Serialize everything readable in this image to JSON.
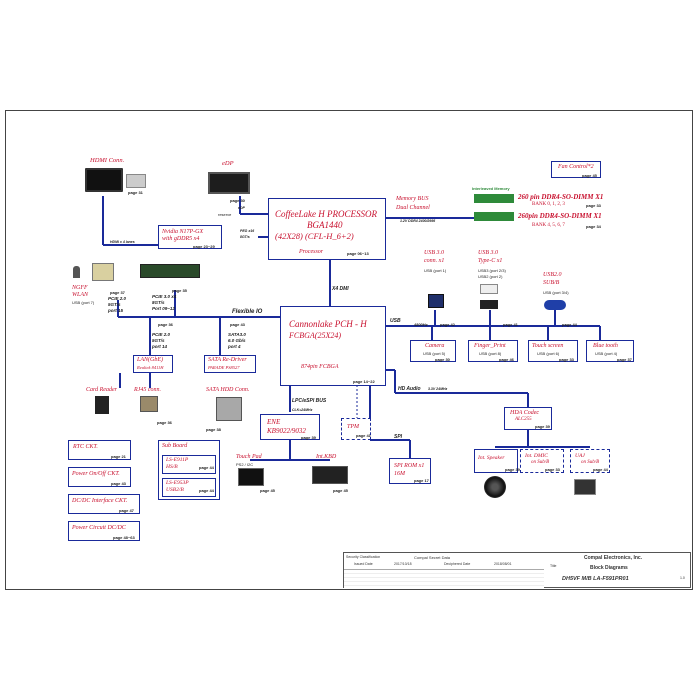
{
  "diagram": {
    "processor": {
      "title": "CoffeeLake H PROCESSOR",
      "line2": "BGA1440",
      "line3": "(42X28)  (CFL-H_6+2)",
      "sub": "Processor",
      "page": "page  06~13"
    },
    "pch": {
      "title": "Cannonlake PCH - H",
      "line2": "FCBGA(25X24)",
      "line3": "874pin FCBGA",
      "page": "page  14~22"
    },
    "hdmi": {
      "title": "HDMI Conn.",
      "page": "page  31",
      "link": "HDMI x 4 lanes"
    },
    "edp": {
      "title": "eDP",
      "page": "page  30",
      "link": "eDP",
      "reserve": "reserve"
    },
    "nvidia": {
      "title": "Nvidia  N17P-GX",
      "line2": "with gDDR5 x4",
      "page": "page  23~29",
      "link": "PEG  x16",
      "link2": "8GT/s"
    },
    "fan": {
      "title": "Fan  Control*2",
      "page": "page  45"
    },
    "memory": {
      "bus": "Memory BUS",
      "bus2": "Dual Channel",
      "bus3": "1.2V DDR4 2400/2666",
      "interleaved": "Interleaved  Memory",
      "dimm1": "260 pin DDR4-SO-DIMM X1",
      "dimm1_bank": "BANK 0, 1, 2, 3",
      "dimm1_page": "page  33",
      "dimm2": "260pin DDR4-SO-DIMM X1",
      "dimm2_bank": "BANK 4, 5, 6, 7",
      "dimm2_page": "page  34"
    },
    "usb30a": {
      "title": "USB 3.0",
      "line2": "conn. x1",
      "port": "USB (port 1)",
      "page": "page  42",
      "speed": "4800Hz"
    },
    "usbc": {
      "title": "USB 3.0",
      "line2": "Type-C x1",
      "port1": "USB3    (port 2/3)",
      "port2": "USB2    (port 2)",
      "page": "page  41"
    },
    "usb20": {
      "title": "USB2.0",
      "line2": "SUB/B",
      "port": "USB (port 3/4)",
      "page": "page  44"
    },
    "usb_label": "USB",
    "ngff": {
      "title": "NGFF",
      "line2": "WLAN",
      "port": "USB (port 7)",
      "page": "page  37",
      "pcie": "PCIE 2.0",
      "pcie2": "5GT/s",
      "pcie3": "port 15"
    },
    "ssd": {
      "page": "page  35",
      "pcie": "PCIE 3.0 x4",
      "pcie2": "8GT/s",
      "pcie3": "Port 09~12"
    },
    "flexible": "Flexible IO",
    "x4dmi": "X4 DMI",
    "lan": {
      "title": "LAN(GbE)",
      "line2": "Realtek 8411H",
      "page": "page  36",
      "pcie": "PCIE 2.0",
      "pcie2": "5GT/s",
      "pcie3": "port 14"
    },
    "cardreader": {
      "title": "Card Reader"
    },
    "rj45": {
      "title": "RJ45 conn.",
      "page": "page  36"
    },
    "sata": {
      "title": "SATA Re-Driver",
      "line2": "PARADE PS8527",
      "page": "page  43",
      "link": "SATA3.0",
      "link2": "6.0 Gb/s",
      "link3": "port 4"
    },
    "satahdd": {
      "title": "SATA HDD Conn.",
      "page": "page  38"
    },
    "camera": {
      "title": "Camera",
      "port": "USB (port 5)",
      "page": "page  30"
    },
    "finger": {
      "title": "Finger_Print",
      "port": "USB (port 8)",
      "page": "page  46"
    },
    "touchscreen": {
      "title": "Touch screen",
      "port": "USB (port 6)",
      "page": "page  33"
    },
    "bluetooth": {
      "title": "Blue tooth",
      "port": "USB (port 4)",
      "page": "page  37"
    },
    "hdaudio": {
      "label": "HD Audio",
      "spec": "3.3V  24MHz"
    },
    "hda": {
      "title": "HDA Codec",
      "line2": "ALC255",
      "page": "page  39"
    },
    "speaker": {
      "title": "Int. Speaker",
      "page": "page  39"
    },
    "dmic": {
      "title": "Int. DMIC",
      "line2": "on Sub/B",
      "page": "page  33"
    },
    "uaj": {
      "title": "UAJ",
      "line2": "on Sub/B",
      "page": "page  44"
    },
    "lpc": {
      "label": "LPC/eSPI BUS",
      "clk": "CLK=24MHz"
    },
    "ene": {
      "title": "ENE",
      "line2": "KB9022/9032",
      "page": "page  39"
    },
    "tpm": {
      "title": "TPM",
      "page": "page  41"
    },
    "spi": {
      "label": "SPI",
      "title": "SPI ROM x1",
      "line2": "16M",
      "page": "page  17"
    },
    "touchpad": {
      "title": "Touch Pad",
      "line2": "PS2 / I2C",
      "page": "page  45"
    },
    "intkbd": {
      "title": "Int.KBD",
      "page": "page  45"
    },
    "rtc": {
      "title": "RTC CKT.",
      "page": "page  21"
    },
    "power": {
      "title": "Power On/Off CKT.",
      "page": "page  43"
    },
    "dcdc": {
      "title": "DC/DC Interface CKT.",
      "page": "page  47"
    },
    "powercircuit": {
      "title": "Power Circuit DC/DC",
      "page": "page  48~63"
    },
    "subboard": {
      "title": "Sub Board",
      "b1": "LS-E911P",
      "b1b": "HS/B",
      "b1p": "page  44",
      "b2": "LS-E953P",
      "b2b": "USB2/B",
      "b2p": "page  44"
    }
  },
  "titleblock": {
    "company": "Compal Electronics, Inc.",
    "security": "Security Classification",
    "secret": "Compal Secret Data",
    "issued": "Issued Date",
    "issued_val": "2017/10/18",
    "deciphered": "Deciphered Date",
    "deciphered_val": "2018/08/01",
    "title_lbl": "Title",
    "title": "Block Diagrams",
    "doc": "DH5VF M/B LA-F591PR01",
    "rev": "1.0"
  },
  "colors": {
    "line": "#1a2a9a",
    "red": "#c8102e",
    "dimm": "#2e8a3a"
  }
}
